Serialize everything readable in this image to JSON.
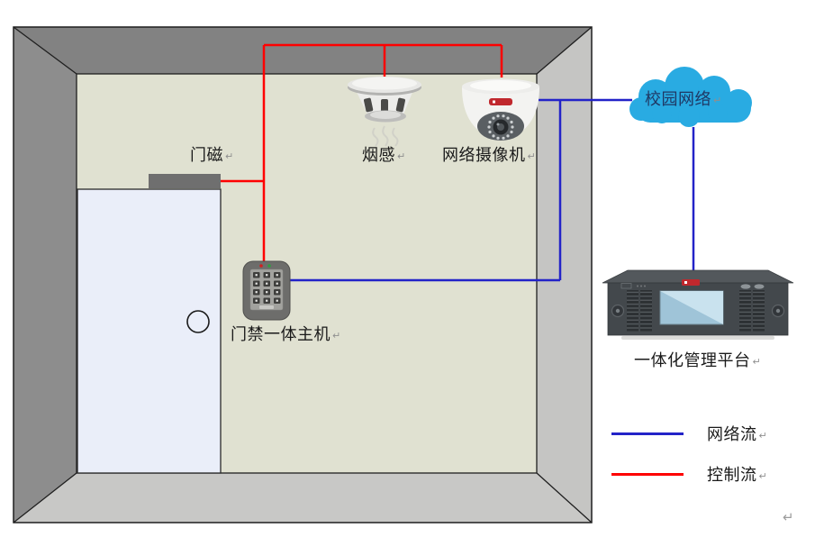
{
  "diagram": {
    "room": {
      "door_sensor_label": "门磁",
      "smoke_detector_label": "烟感",
      "camera_label": "网络摄像机",
      "access_host_label": "门禁一体主机"
    },
    "cloud_label": "校园网络",
    "server_label": "一体化管理平台"
  },
  "legend": [
    {
      "label": "网络流"
    },
    {
      "label": "控制流"
    }
  ],
  "marks": {
    "line_break": "↵",
    "paragraph_end": "↵"
  },
  "colors": {
    "network_flow": "#2323c8",
    "control_flow": "#fe0000",
    "cloud_fill": "#29abe2",
    "cloud_text": "#1f3864",
    "label_text": "#1a1a1a"
  }
}
